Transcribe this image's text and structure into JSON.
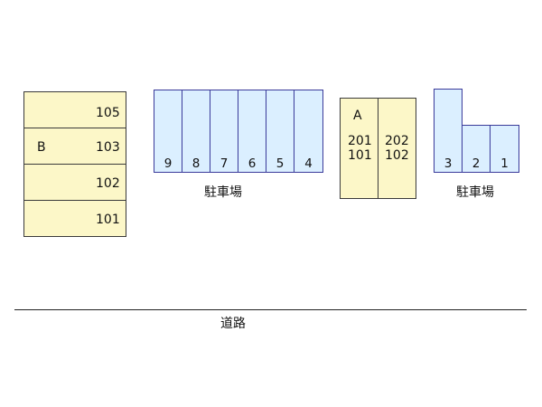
{
  "building_b": {
    "name": "B",
    "units": [
      "105",
      "103",
      "102",
      "101"
    ],
    "fill_color": "#fcf7c8"
  },
  "parking_left": {
    "spaces": [
      "9",
      "8",
      "7",
      "6",
      "5",
      "4"
    ],
    "label": "駐車場",
    "fill_color": "#dbefff",
    "border_color": "#3a3a9a"
  },
  "building_a": {
    "name": "A",
    "left_units": [
      "201",
      "101"
    ],
    "right_units": [
      "202",
      "102"
    ],
    "fill_color": "#fcf7c8"
  },
  "parking_right": {
    "spaces": [
      "3",
      "2",
      "1"
    ],
    "label": "駐車場",
    "fill_color": "#dbefff",
    "border_color": "#3a3a9a"
  },
  "road": {
    "label": "道路"
  }
}
